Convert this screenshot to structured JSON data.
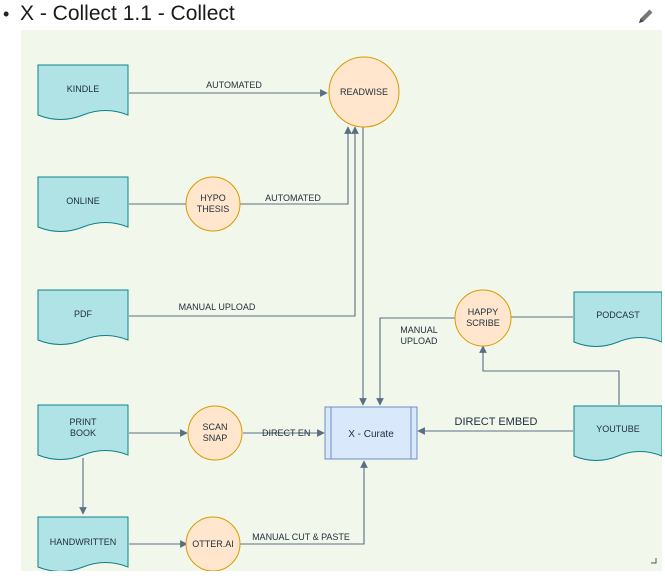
{
  "page": {
    "title": "X - Collect 1.1 - Collect",
    "edit_icon": "pencil-icon"
  },
  "colors": {
    "canvas": "#f2f7ec",
    "document_fill": "#b0e3e6",
    "circle_fill": "#ffe6cc",
    "process_fill": "#dae8fc",
    "edge": "#5a6f82"
  },
  "nodes": {
    "kindle": "KINDLE",
    "online": "ONLINE",
    "pdf": "PDF",
    "print_book": [
      "PRINT",
      "BOOK"
    ],
    "handwritten": "HANDWRITTEN",
    "readwise": "READWISE",
    "hypothesis": [
      "HYPO",
      "THESIS"
    ],
    "scan_snap": [
      "SCAN",
      "SNAP"
    ],
    "otter_ai": "OTTER.AI",
    "happy_scribe": [
      "HAPPY",
      "SCRIBE"
    ],
    "x_curate": "X - Curate",
    "podcast": "PODCAST",
    "youtube": "YOUTUBE"
  },
  "edges": {
    "kindle_readwise": "AUTOMATED",
    "hypothesis_readwise": "AUTOMATED",
    "pdf_readwise": "MANUAL UPLOAD",
    "happy_scribe_curate": [
      "MANUAL",
      "UPLOAD"
    ],
    "scan_snap_curate": "DIRECT EN",
    "youtube_curate": "DIRECT EMBED",
    "otter_curate": "MANUAL CUT & PASTE"
  }
}
